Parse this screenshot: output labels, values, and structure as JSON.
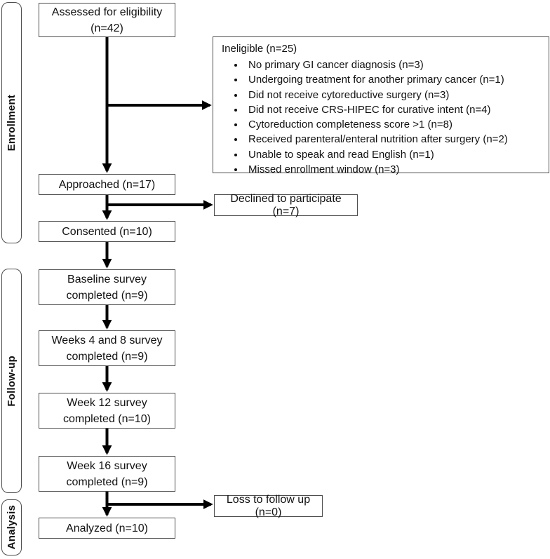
{
  "sections": {
    "enrollment": "Enrollment",
    "followup": "Follow-up",
    "analysis": "Analysis"
  },
  "boxes": {
    "assessed": "Assessed for eligibility (n=42)",
    "approached": "Approached (n=17)",
    "consented": "Consented (n=10)",
    "baseline": "Baseline survey completed (n=9)",
    "weeks4and8": "Weeks 4 and 8 survey completed (n=9)",
    "week12": "Week 12 survey completed (n=10)",
    "week16": "Week 16 survey completed (n=9)",
    "analyzed": "Analyzed (n=10)"
  },
  "ineligible": {
    "title": "Ineligible (n=25)",
    "items": [
      "No primary GI cancer diagnosis (n=3)",
      "Undergoing treatment for another primary cancer (n=1)",
      "Did not receive cytoreductive surgery (n=3)",
      "Did not receive CRS-HIPEC for curative intent (n=4)",
      "Cytoreduction completeness score >1 (n=8)",
      "Received parenteral/enteral nutrition after surgery (n=2)",
      "Unable to speak and read English (n=1)",
      "Missed enrollment window (n=3)"
    ]
  },
  "declined": "Declined to participate (n=7)",
  "loss": "Loss to follow up (n=0)",
  "colors": {
    "box_border": "#4d4d4d",
    "arrow": "#000000",
    "text": "#111111",
    "background": "#ffffff"
  }
}
